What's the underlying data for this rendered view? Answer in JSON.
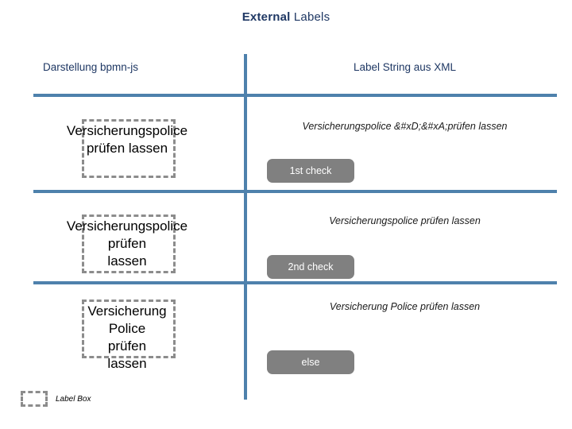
{
  "title": {
    "strong": "External",
    "light": " Labels"
  },
  "columns": {
    "left_header": "Darstellung bpmn-js",
    "right_header": "Label String aus XML"
  },
  "rows": [
    {
      "rendered_label": "Versicherungspolice\nprüfen lassen",
      "xml_string": "Versicherungspolice &#xD;&#xA;prüfen lassen",
      "badge": "1st check"
    },
    {
      "rendered_label": "Versicherungspolice\nprüfen\nlassen",
      "xml_string": "Versicherungspolice prüfen lassen",
      "badge": "2nd check"
    },
    {
      "rendered_label": "Versicherung\nPolice\nprüfen\nlassen",
      "xml_string": "Versicherung Police prüfen lassen",
      "badge": "else"
    }
  ],
  "legend": {
    "label": "Label Box"
  },
  "colors": {
    "title_text": "#1F3864",
    "rule": "#4E81AC",
    "badge_fill": "#808080",
    "badge_text": "#FFFFFF",
    "label_box_border": "#8C8C8C",
    "body_text": "#000000",
    "background": "#FFFFFF"
  }
}
